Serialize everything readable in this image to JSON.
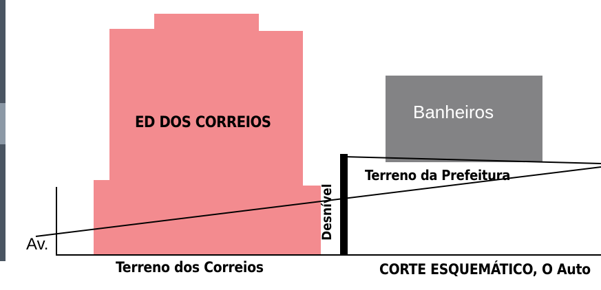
{
  "labels": {
    "correios_building": "ED DOS CORREIOS",
    "banheiros": "Banheiros",
    "terreno_prefeitura": "Terreno da Prefeitura",
    "desnivel": "Desnível",
    "avenida": "Av.",
    "terreno_correios": "Terreno dos Correios",
    "corte": "CORTE ESQUEMÁTICO, O Auto"
  },
  "colors": {
    "correios_fill": "#f38b8f",
    "banheiros_fill": "#838385",
    "line": "#000000",
    "photo_edge": "#4a5562"
  }
}
